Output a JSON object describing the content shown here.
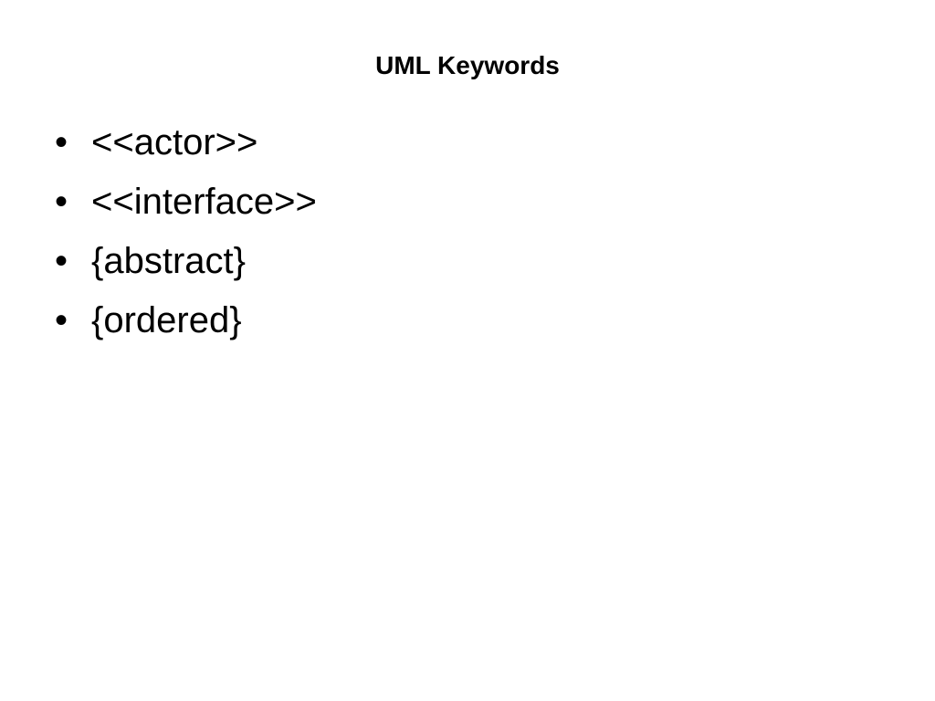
{
  "slide": {
    "title": "UML Keywords",
    "bullet_glyph": "•",
    "items": [
      {
        "text": "<<actor>>"
      },
      {
        "text": "<<interface>>"
      },
      {
        "text": "{abstract}"
      },
      {
        "text": "{ordered}"
      }
    ]
  }
}
